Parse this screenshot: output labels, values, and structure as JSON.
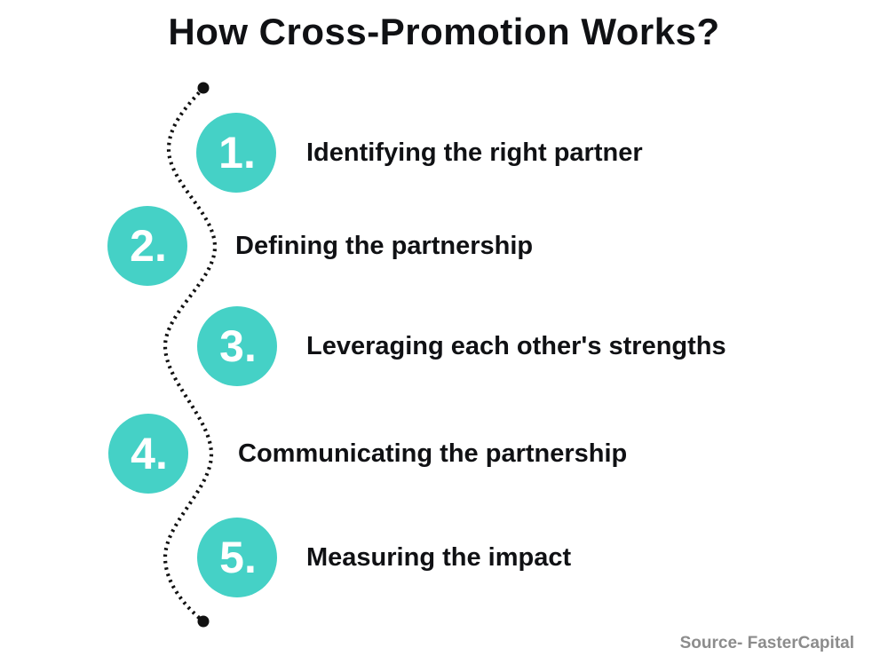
{
  "title": "How Cross-Promotion Works?",
  "steps": [
    {
      "number": "1.",
      "label": "Identifying the right partner"
    },
    {
      "number": "2.",
      "label": "Defining the partnership"
    },
    {
      "number": "3.",
      "label": "Leveraging each other's strengths"
    },
    {
      "number": "4.",
      "label": "Communicating the partnership"
    },
    {
      "number": "5.",
      "label": "Measuring the impact"
    }
  ],
  "source": "Source- FasterCapital",
  "colors": {
    "accent_teal": "#45d1c6",
    "text_dark": "#101114",
    "line_black": "#111111",
    "source_gray": "#8c8c8c",
    "bg": "#ffffff"
  }
}
